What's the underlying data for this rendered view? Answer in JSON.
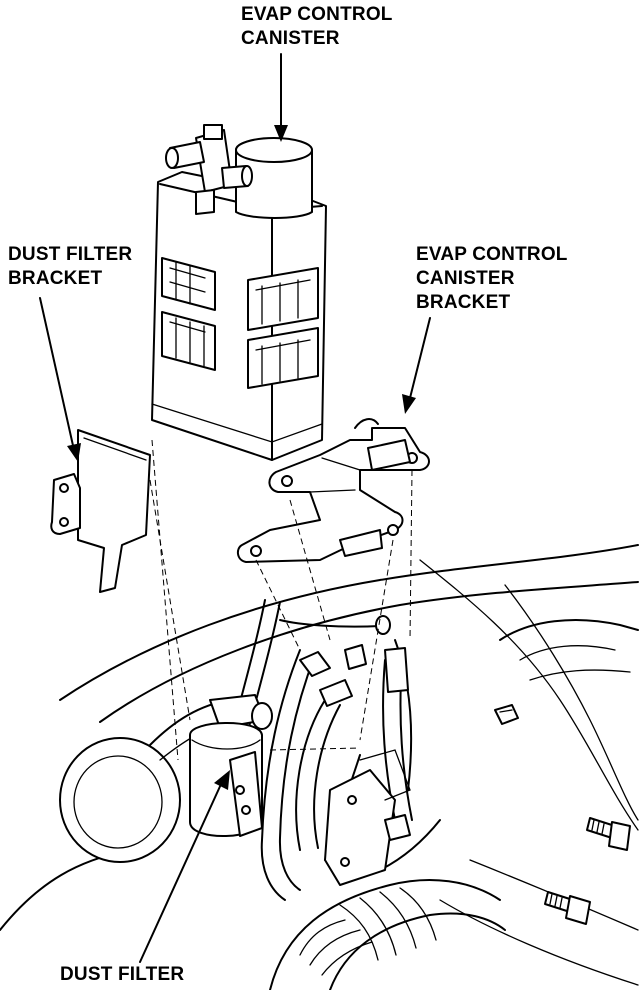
{
  "labels": {
    "evap_canister": [
      "EVAP CONTROL",
      "CANISTER"
    ],
    "dust_filter_bracket": [
      "DUST FILTER",
      "BRACKET"
    ],
    "evap_canister_bracket": [
      "EVAP CONTROL",
      "CANISTER",
      "BRACKET"
    ],
    "dust_filter": "DUST FILTER"
  },
  "icons": [
    "evap-canister",
    "canister-bracket",
    "dust-filter-bracket",
    "dust-filter",
    "bolt",
    "hoses",
    "engine-bay"
  ]
}
